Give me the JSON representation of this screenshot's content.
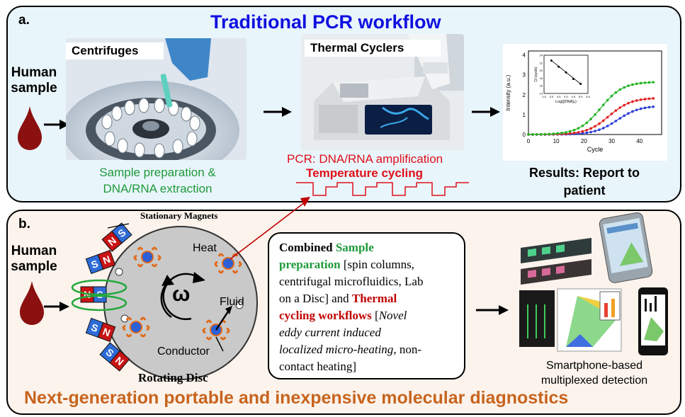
{
  "panel_a": {
    "letter": "a.",
    "title": "Traditional PCR workflow",
    "human_sample": "Human\nsample",
    "centrifuges_label": "Centrifuges",
    "sample_prep_line1": "Sample preparation &",
    "sample_prep_line2": "DNA/RNA extraction",
    "thermal_label": "Thermal Cyclers",
    "pcr_line": "PCR: DNA/RNA amplification",
    "temp_cycling": "Temperature cycling",
    "results_line1": "Results: Report to",
    "results_line2": "patient",
    "plot": {
      "xlabel": "Cycle",
      "ylabel": "Intensity (a.u.)",
      "x_ticks": [
        "0",
        "10",
        "20",
        "30",
        "40"
      ],
      "y_ticks": [
        "0",
        "1",
        "2",
        "3",
        "4"
      ],
      "inset_xlabel": "Log([DNA]₀)",
      "inset_ylabel": "Ct (cycle)",
      "inset_x_ticks": [
        "2.5",
        "3.0",
        "3.5",
        "4.0",
        "4.5",
        "5.0",
        "5.5"
      ],
      "inset_y_ticks": [
        "14",
        "16",
        "18",
        "20",
        "22",
        "24"
      ],
      "colors": [
        "#2a3dd8",
        "#e21f1f",
        "#22b322"
      ]
    }
  },
  "panel_b": {
    "letter": "b.",
    "human_sample": "Human\nsample",
    "stationary_magnets": "Stationary Magnets",
    "heat": "Heat",
    "omega": "ω",
    "fluid": "Fluid",
    "conductor": "Conductor",
    "rotating_disc": "Rotating Disc",
    "magnet_n": "N",
    "magnet_s": "S",
    "box": {
      "t1": "Combined ",
      "t2": "Sample",
      "t3": "preparation",
      "t4": " [spin columns,",
      "t5": "centrifugal microfluidics, Lab",
      "t6": "on a Disc] and ",
      "t7": "Thermal",
      "t8": "cycling workflows",
      "t9": " [",
      "t10": "Novel",
      "t11": "eddy current induced",
      "t12": "localized micro-heating",
      "t13": ", non-",
      "t14": "contact heating]"
    },
    "smartphone_line1": "Smartphone-based",
    "smartphone_line2": "multiplexed detection",
    "footer": "Next-generation portable and inexpensive molecular diagnostics"
  },
  "colors": {
    "title_blue": "#1010e0",
    "green": "#1f9a3a",
    "red": "#e0101a",
    "dark_red": "#c00000",
    "orange": "#c8641e",
    "panel_a_bg": "#e8f5fb",
    "panel_b_bg": "#fbf3ec"
  }
}
